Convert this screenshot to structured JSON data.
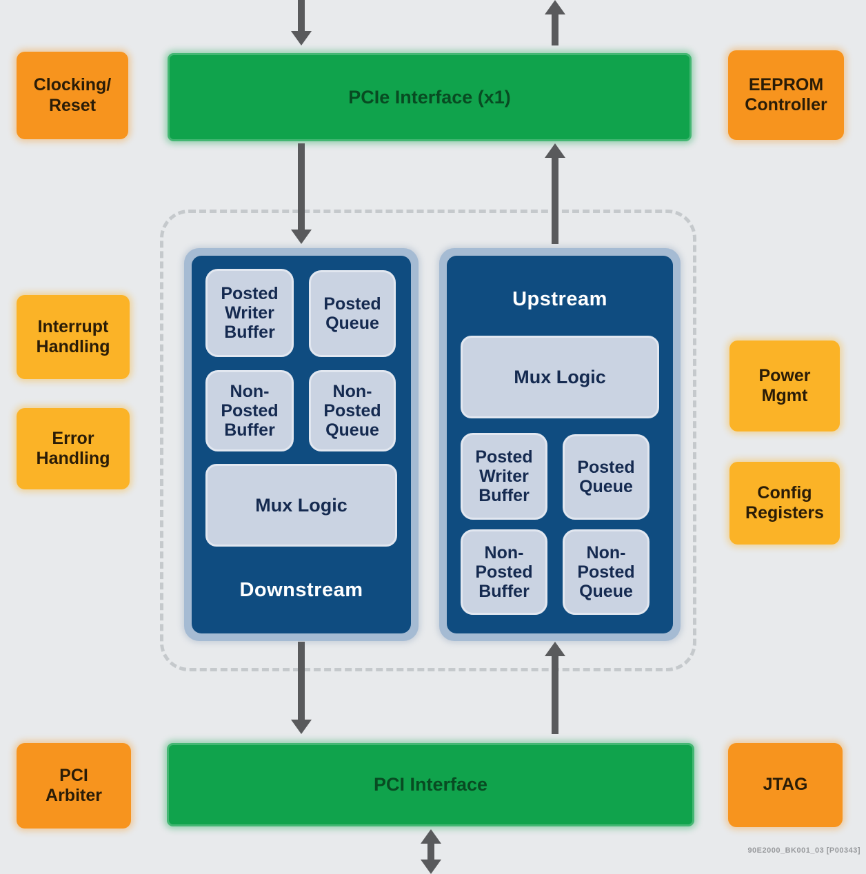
{
  "diagram": {
    "interfaces": {
      "pcie": "PCIe Interface (x1)",
      "pci": "PCI Interface"
    },
    "side_blocks": {
      "clocking_reset": "Clocking/\nReset",
      "eeprom_controller": "EEPROM\nController",
      "interrupt_handling": "Interrupt\nHandling",
      "error_handling": "Error\nHandling",
      "power_mgmt": "Power\nMgmt",
      "config_registers": "Config\nRegisters",
      "pci_arbiter": "PCI\nArbiter",
      "jtag": "JTAG"
    },
    "core": {
      "downstream": {
        "label": "Downstream",
        "posted_writer_buffer": "Posted\nWriter\nBuffer",
        "posted_queue": "Posted\nQueue",
        "non_posted_buffer": "Non-\nPosted\nBuffer",
        "non_posted_queue": "Non-\nPosted\nQueue",
        "mux_logic": "Mux Logic"
      },
      "upstream": {
        "label": "Upstream",
        "posted_writer_buffer": "Posted\nWriter\nBuffer",
        "posted_queue": "Posted\nQueue",
        "non_posted_buffer": "Non-\nPosted\nBuffer",
        "non_posted_queue": "Non-\nPosted\nQueue",
        "mux_logic": "Mux Logic"
      }
    },
    "watermark": "90E2000_BK001_03 [P00343]",
    "colors": {
      "orange": "#F7941E",
      "amber": "#FBB327",
      "green": "#10A34C",
      "navy": "#0F4C80",
      "block_rim": "#A5BBD3",
      "inner_box": "#CAD3E2",
      "arrow": "#595A5C",
      "background": "#E8EAEC"
    }
  }
}
